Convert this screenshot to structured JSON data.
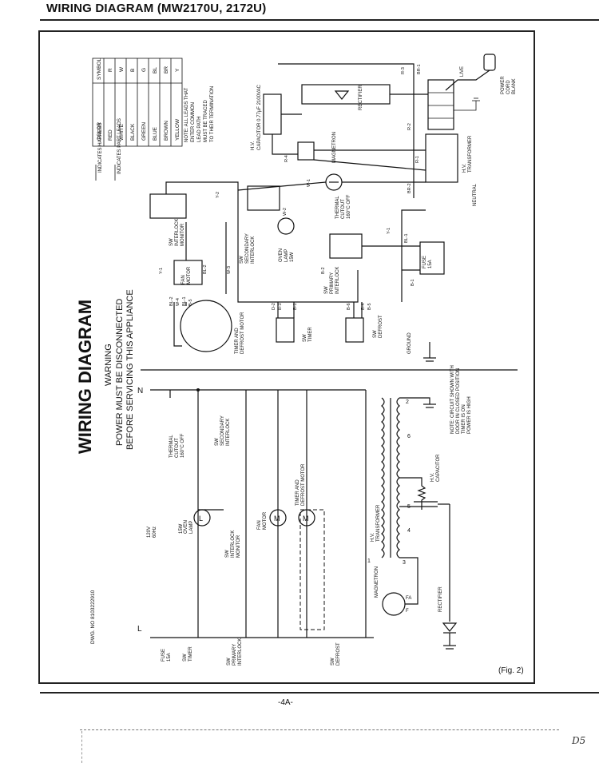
{
  "header": {
    "title": "WIRING DIAGRAM (MW2170U, 2172U)"
  },
  "footer": {
    "figure": "(Fig. 2)",
    "page": "-4A-",
    "handwritten": "D5"
  },
  "diagram": {
    "heading": "WIRING DIAGRAM",
    "warning_title": "WARNING",
    "warning_line1": "POWER MUST BE DISCONNECTED",
    "warning_line2": "BEFORE SERVICING THIS APPLIANCE",
    "dwg_no": "DWG. NO 8103222910",
    "legend": {
      "harness": "INDICATES HARNESS",
      "part_leads": "INDICATES PART LEADS",
      "col_color": "COLOR",
      "col_symbol": "SYMBOL",
      "rows": [
        {
          "color": "RED",
          "symbol": "R"
        },
        {
          "color": "WHITE",
          "symbol": "W"
        },
        {
          "color": "BLACK",
          "symbol": "B"
        },
        {
          "color": "GREEN",
          "symbol": "G"
        },
        {
          "color": "BLUE",
          "symbol": "BL"
        },
        {
          "color": "BROWN",
          "symbol": "BR"
        },
        {
          "color": "YELLOW",
          "symbol": "Y"
        }
      ],
      "note_line1": "NOTE: ALL LEADS THAT",
      "note_line2": "ENTER COMMON",
      "note_line3": "LEAD PATH",
      "note_line4": "MUST BE TRACED",
      "note_line5": "TO THEIR TERMINATION"
    },
    "components": {
      "power_cord_1": "POWER",
      "power_cord_2": "CORD",
      "power_cord_3": "BLANK",
      "live": "LIVE",
      "neutral": "NEUTRAL",
      "hv_transformer_1": "H.V.",
      "hv_transformer_2": "TRANSFORMER",
      "hv_capacitor_1": "H.V.",
      "hv_capacitor_2": "CAPACITOR 0.77μF 2100VAC",
      "rectifier": "RECTIFIER",
      "magnetron": "MAGNETRON",
      "thermal_cutout_1": "THERMAL",
      "thermal_cutout_2": "CUTOUT",
      "thermal_cutout_3": "160°C OFF",
      "sw_interlock_monitor_1": "SW",
      "sw_interlock_monitor_2": "INTERLOCK",
      "sw_interlock_monitor_3": "MONITOR",
      "sw_secondary_interlock_1": "SW",
      "sw_secondary_interlock_2": "SECONDARY",
      "sw_secondary_interlock_3": "INTERLOCK",
      "oven_lamp_1": "OVEN",
      "oven_lamp_2": "LAMP",
      "oven_lamp_3": "15W",
      "sw_primary_interlock_1": "SW",
      "sw_primary_interlock_2": "PRIMARY",
      "sw_primary_interlock_3": "INTERLOCK",
      "fuse_1": "FUSE",
      "fuse_2": "15A",
      "fan_motor_1": "FAN",
      "fan_motor_2": "MOTOR",
      "timer_motor_1": "TIMER AND",
      "timer_motor_2": "DEFROST MOTOR",
      "sw_timer_1": "SW",
      "sw_timer_2": "TIMER",
      "sw_defrost_1": "SW",
      "sw_defrost_2": "DEFROST",
      "ground": "GROUND",
      "note_1": "NOTE: CIRCUIT SHOWN WITH",
      "note_2": "DOOR IN CLOSED POSITION",
      "note_3": "TIMER IS ON",
      "note_4": "POWER IS HIGH"
    },
    "wire_labels": {
      "w1": "W-1",
      "w2": "W-2",
      "w3": "W-3",
      "w4": "W-4",
      "y1": "Y-1",
      "y2": "Y-2",
      "b1": "B-1",
      "b2": "B-2",
      "b3": "B-3",
      "b4": "B-4",
      "b5": "B-5",
      "b6": "B-6",
      "bl1": "BL-1",
      "bl2": "BL-2",
      "br1": "BR-1",
      "br2": "BR-2",
      "r1": "R-1",
      "r2": "R-2",
      "r3": "R-3",
      "r4": "R-4",
      "d2": "D-2"
    },
    "schematic": {
      "n_label": "N",
      "l_label": "L",
      "supply_1": "120V",
      "supply_2": "60Hz",
      "lamp_symbol": "L",
      "motor_symbol": "M",
      "terminal_1": "1",
      "terminal_2": "2",
      "terminal_3": "3",
      "terminal_4": "4",
      "terminal_5": "5",
      "terminal_6": "6",
      "fa": "FA",
      "f": "F",
      "hv_trans_1": "H.V.",
      "hv_trans_2": "TRANSFORMER",
      "hv_cap_1": "H.V.",
      "hv_cap_2": "CAPACITOR",
      "magnetron": "MAGNETRON",
      "rectifier": "RECTIFIER",
      "thermal_1": "THERMAL",
      "thermal_2": "CUTOUT",
      "thermal_3": "160°C OFF",
      "sec_1": "SW",
      "sec_2": "SECONDARY",
      "sec_3": "INTERLOCK",
      "lamp_1": "OVEN",
      "lamp_2": "LAMP",
      "lamp_3": "15W",
      "mon_1": "SW",
      "mon_2": "INTERLOCK",
      "mon_3": "MONITOR",
      "fan_1": "FAN",
      "fan_2": "MOTOR",
      "tm_1": "TIMER AND",
      "tm_2": "DEFROST MOTOR",
      "fuse_1": "FUSE",
      "fuse_2": "15A",
      "swt_1": "SW",
      "swt_2": "TIMER",
      "pri_1": "SW",
      "pri_2": "PRIMARY",
      "pri_3": "INTERLOCK",
      "def_1": "SW",
      "def_2": "DEFROST"
    }
  }
}
